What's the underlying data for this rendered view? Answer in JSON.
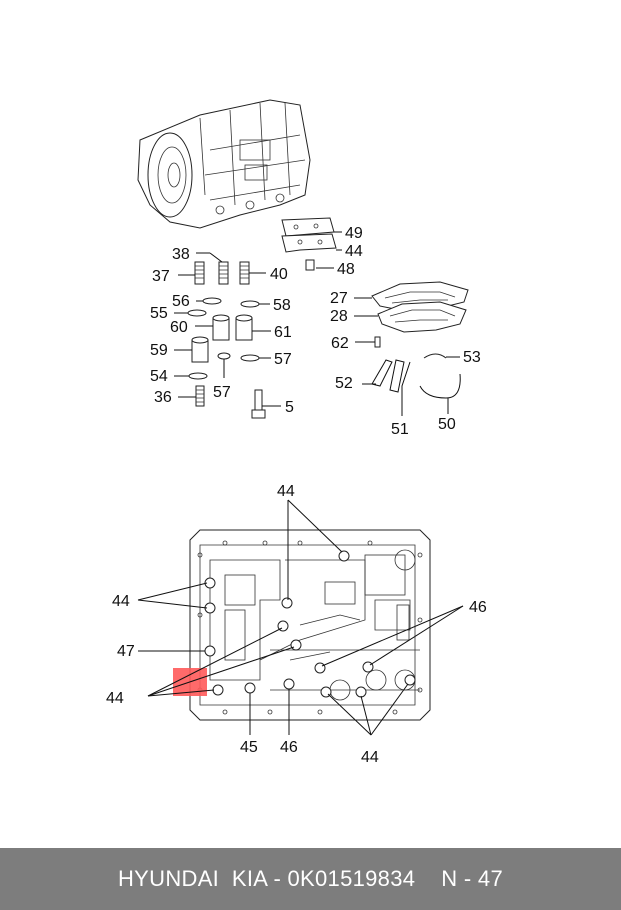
{
  "labels_top": {
    "l49": "49",
    "l44": "44",
    "l48": "48",
    "l38": "38",
    "l37": "37",
    "l40": "40",
    "l56": "56",
    "l58": "58",
    "l55": "55",
    "l60": "60",
    "l61": "61",
    "l59": "59",
    "l57a": "57",
    "l54": "54",
    "l57b": "57",
    "l36": "36",
    "l5": "5",
    "l27": "27",
    "l28": "28",
    "l62": "62",
    "l53": "53",
    "l52": "52",
    "l51": "51",
    "l50": "50"
  },
  "labels_bottom": {
    "b44_top": "44",
    "b44_left": "44",
    "b47": "47",
    "b44_lower": "44",
    "b45": "45",
    "b46_bottom": "46",
    "b46_right": "46",
    "b44_bottom": "44"
  },
  "footer": {
    "brand": "HYUNDAI  KIA - 0K01519834",
    "page": "N - 47"
  },
  "colors": {
    "footer_bg": "#7d7d7d",
    "highlight": "#ff5a5a"
  }
}
